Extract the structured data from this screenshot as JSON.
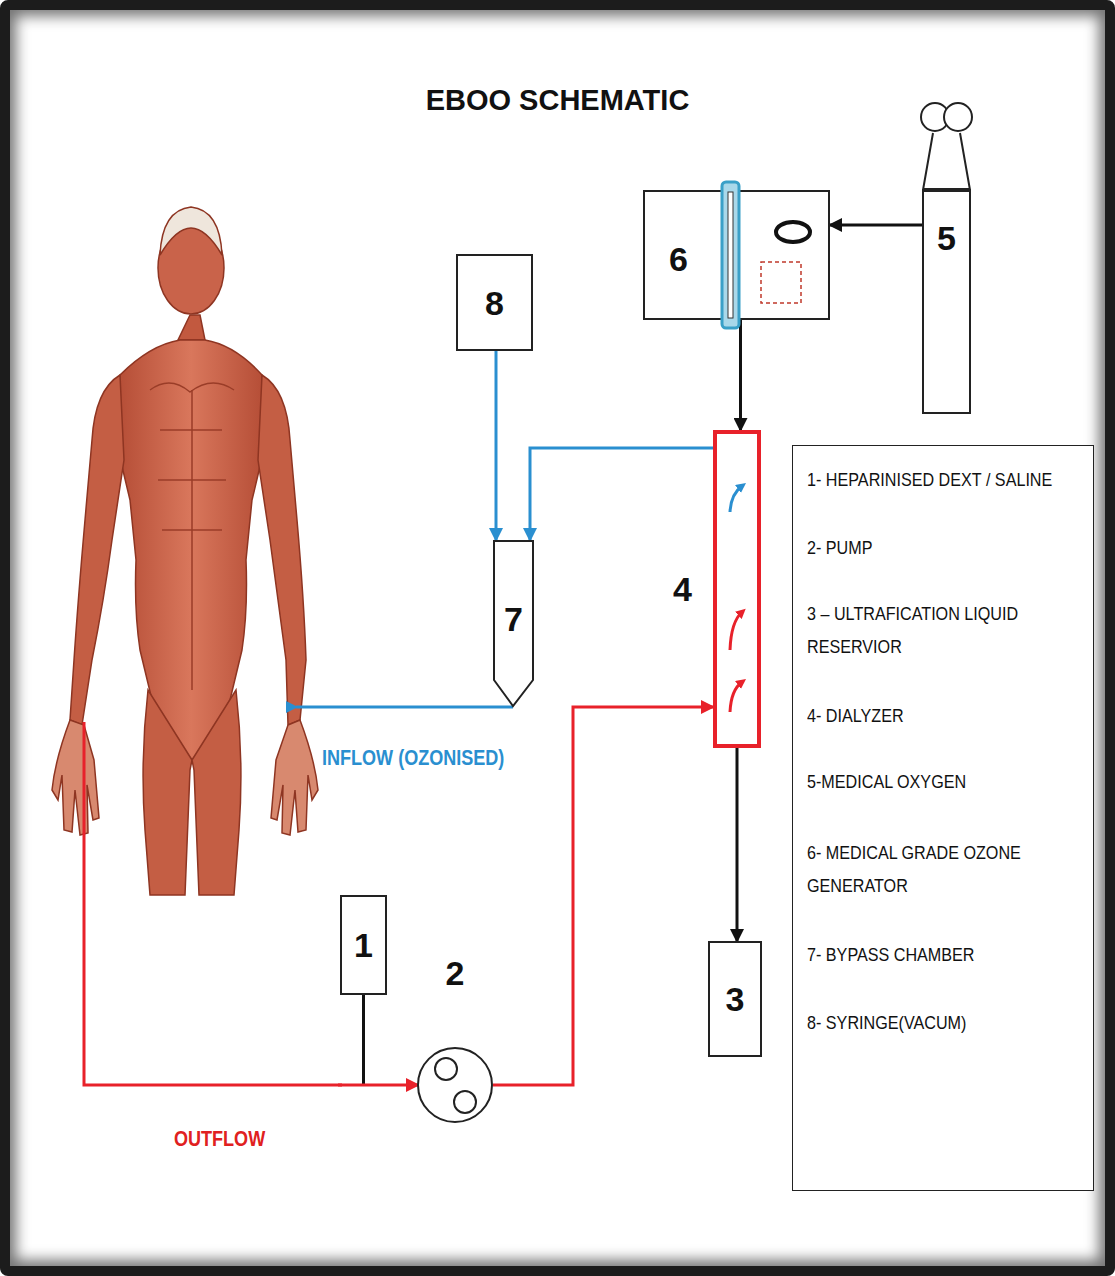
{
  "diagram": {
    "title": "EBOO SCHEMATIC",
    "nodes": [
      {
        "text": [
          "6"
        ]
      },
      {
        "text": [
          "5"
        ]
      },
      {
        "text": [
          "8"
        ]
      },
      {
        "text": [
          "4"
        ]
      },
      {
        "text": [
          "1- HEPARINISED DEXT / SALINE",
          "2- PUMP",
          "3 – ULTRAFICATION LIQUID RESERVIOR",
          "4- DIALYZER",
          "5-MEDICAL OXYGEN",
          "6- MEDICAL GRADE OZONE GENERATOR",
          "7- BYPASS CHAMBER",
          "8- SYRINGE(VACUM)"
        ]
      },
      {
        "text": [
          "7"
        ]
      },
      {
        "text": [
          "1"
        ]
      },
      {
        "text": [
          "2"
        ]
      },
      {
        "text": [
          "3"
        ]
      }
    ],
    "edges": [
      {
        "from": 1,
        "to": 0,
        "arrow": "to"
      },
      {
        "from": 0,
        "to": 3,
        "arrow": "to"
      },
      {
        "from": 2,
        "to": 5,
        "arrow": "to"
      },
      {
        "from": 3,
        "to": 5,
        "arrow": "to"
      },
      {
        "from": 6,
        "to": 7,
        "arrow": "to"
      },
      {
        "from": 7,
        "to": 3,
        "arrow": "to"
      },
      {
        "from": 3,
        "to": 8,
        "arrow": "to"
      }
    ],
    "labels": [
      "INFLOW (OZONISED)",
      "OUTFLOW"
    ]
  }
}
